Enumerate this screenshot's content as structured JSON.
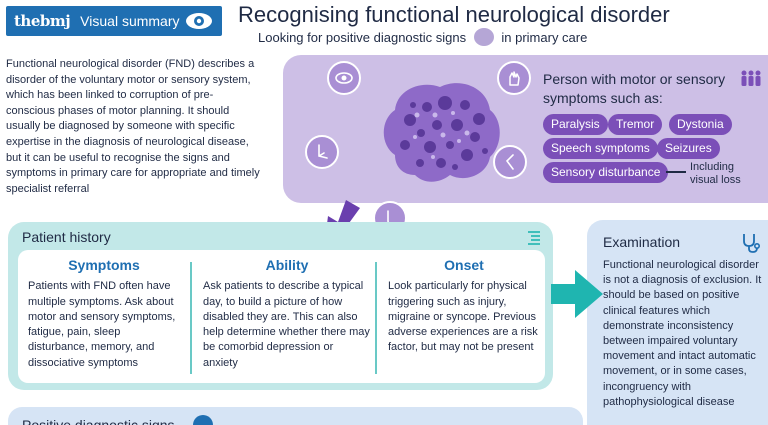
{
  "header": {
    "brand": "thebmj",
    "brand_sub": "Visual summary",
    "title": "Recognising functional neurological disorder",
    "subtitle_a": "Looking for positive diagnostic signs",
    "subtitle_b": "in primary care"
  },
  "intro": "Functional neurological disorder (FND) describes a disorder of the voluntary motor or sensory system, which has been linked to corruption of pre-conscious phases of motor planning. It should usually be diagnosed by someone with specific expertise in the diagnosis of neurological disease, but it can be useful to recognise the signs and symptoms in primary care for appropriate and timely specialist referral",
  "person": {
    "title": "Person with motor or sensory symptoms such as:",
    "symptoms": [
      "Paralysis",
      "Tremor",
      "Dystonia",
      "Speech symptoms",
      "Seizures",
      "Sensory disturbance"
    ],
    "including_note": "Including visual loss"
  },
  "history": {
    "title": "Patient history",
    "columns": [
      {
        "heading": "Symptoms",
        "text": "Patients with FND often have multiple symptoms. Ask about motor and sensory symptoms, fatigue, pain, sleep disturbance, memory, and dissociative symptoms"
      },
      {
        "heading": "Ability",
        "text": "Ask patients to describe a typical day, to build a picture of how disabled they are. This can also help determine whether there may be comorbid depression or anxiety"
      },
      {
        "heading": "Onset",
        "text": "Look particularly for physical triggering such as injury, migraine or syncope. Previous adverse experiences are a risk factor, but may not be present"
      }
    ]
  },
  "examination": {
    "title": "Examination",
    "text": "Functional neurological disorder is not a diagnosis of exclusion. It should be based on positive clinical features which demonstrate inconsistency between impaired voluntary movement and intact automatic movement, or in some cases, incongruency with pathophysiological disease"
  },
  "positive": {
    "title": "Positive diagnostic signs"
  },
  "colors": {
    "brand_blue": "#1f6fb2",
    "lilac_panel": "#cdbfe6",
    "purple_chip": "#7b4fb8",
    "teal_panel": "#c2e8e8",
    "teal_accent": "#1fb5b0",
    "exam_panel": "#d6e4f5"
  },
  "icons": [
    "eye-icon",
    "brain-icon",
    "hand-icon",
    "leg-icon",
    "mouth-icon",
    "foot-icon",
    "people-icon",
    "list-icon",
    "stethoscope-icon"
  ]
}
